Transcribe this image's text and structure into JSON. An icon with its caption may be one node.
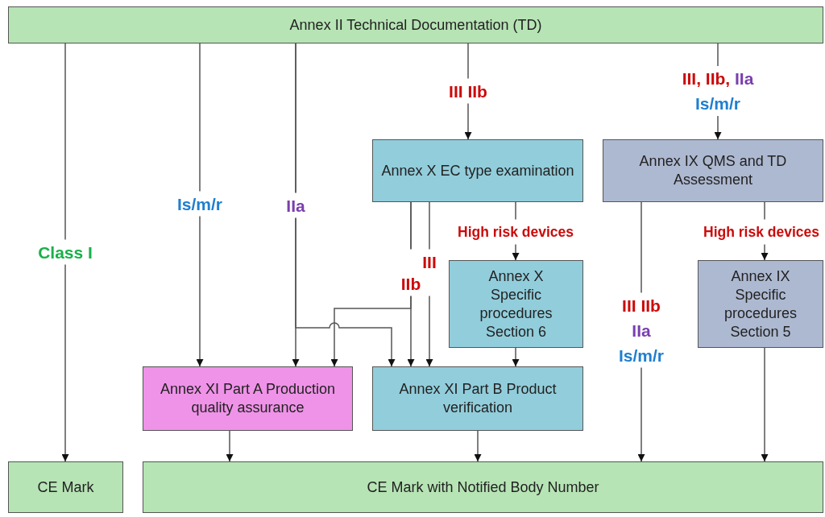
{
  "diagram": {
    "nodes": [
      {
        "text": [
          "Annex II Technical Documentation (TD)"
        ]
      },
      {
        "text": [
          "Annex X EC type examination"
        ]
      },
      {
        "text": [
          "Annex IX QMS and TD Assessment"
        ]
      },
      {
        "text": [
          "Annex X Specific procedures Section 6"
        ]
      },
      {
        "text": [
          "Annex IX Specific procedures Section 5"
        ]
      },
      {
        "text": [
          "Annex XI Part A Production quality assurance"
        ]
      },
      {
        "text": [
          "Annex XI Part B Product verification"
        ]
      },
      {
        "text": [
          "CE Mark"
        ]
      },
      {
        "text": [
          "CE Mark with Notified Body Number"
        ]
      }
    ],
    "edges": [
      {
        "from": 0,
        "to": 7,
        "arrow": "to",
        "label": "Class I"
      },
      {
        "from": 0,
        "to": 5,
        "arrow": "to",
        "label": "Is/m/r"
      },
      {
        "from": 0,
        "to": 5,
        "arrow": "to",
        "label": "IIa"
      },
      {
        "from": 0,
        "to": 6,
        "arrow": "to"
      },
      {
        "from": 0,
        "to": 1,
        "arrow": "to",
        "label": "III IIb"
      },
      {
        "from": 0,
        "to": 2,
        "arrow": "to",
        "label": "III, IIb, IIa Is/m/r"
      },
      {
        "from": 1,
        "to": 3,
        "arrow": "to",
        "label": "High risk devices"
      },
      {
        "from": 1,
        "to": 6,
        "arrow": "to",
        "label": "IIb"
      },
      {
        "from": 1,
        "to": 5,
        "arrow": "to"
      },
      {
        "from": 1,
        "to": 6,
        "arrow": "to",
        "label": "III"
      },
      {
        "from": 2,
        "to": 8,
        "arrow": "to",
        "label": "III IIb IIa Is/m/r"
      },
      {
        "from": 2,
        "to": 4,
        "arrow": "to",
        "label": "High risk devices"
      },
      {
        "from": 3,
        "to": 6,
        "arrow": "to"
      },
      {
        "from": 4,
        "to": 8,
        "arrow": "to"
      },
      {
        "from": 5,
        "to": 8,
        "arrow": "to"
      },
      {
        "from": 6,
        "to": 8,
        "arrow": "to"
      }
    ]
  }
}
